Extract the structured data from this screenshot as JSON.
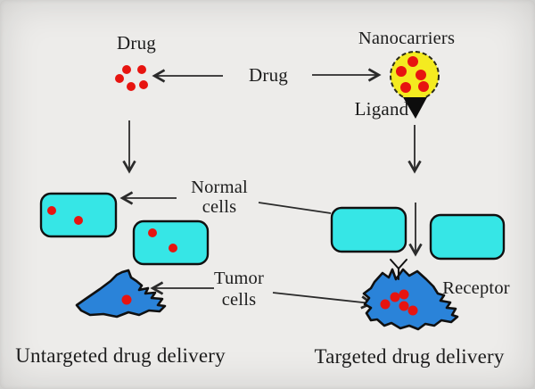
{
  "figure": {
    "caption_left": "Untargeted drug delivery",
    "caption_right": "Targeted drug delivery"
  },
  "labels": {
    "drug_source": "Drug",
    "drug_free": "Drug",
    "nanocarriers": "Nanocarriers",
    "ligand": "Ligand",
    "normal_cells_line1": "Normal",
    "normal_cells_line2": "cells",
    "tumor_cells_line1": "Tumor",
    "tumor_cells_line2": "cells",
    "receptor": "Receptor"
  },
  "colors": {
    "background": "#edecea",
    "text": "#1c1c1c",
    "arrow": "#2b2b2b",
    "drug_dot": "#e71410",
    "nanocarrier_fill": "#f4eb20",
    "nanocarrier_border": "#2a2a18",
    "normal_cell_fill": "#36e6e6",
    "tumor_cell_fill": "#2a83d9",
    "shape_outline": "#101010",
    "ligand_fill": "#0d0d0d"
  }
}
